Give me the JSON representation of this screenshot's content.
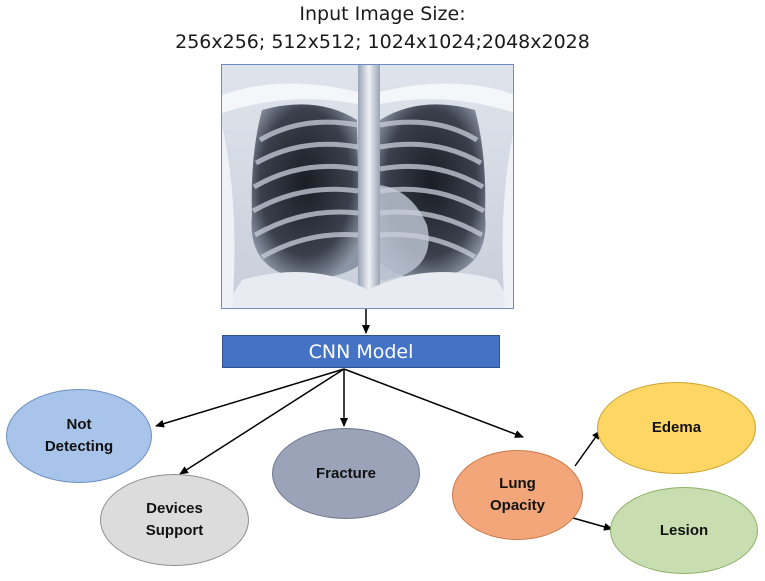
{
  "header": {
    "line1": "Input Image Size:",
    "line2": "256x256; 512x512; 1024x1024;2048x2028"
  },
  "model": {
    "label": "CNN Model",
    "color": "#4472c4"
  },
  "nodes": {
    "not_detecting": "Not Detecting",
    "devices_support": "Devices Support",
    "fracture": "Fracture",
    "lung_opacity": "Lung Opacity",
    "edema": "Edema",
    "lesion": "Lesion"
  },
  "colors": {
    "not_detecting": "#a9c4eb",
    "devices_support": "#dcdcdc",
    "fracture": "#9ba3b8",
    "lung_opacity": "#f2a679",
    "edema": "#fdd664",
    "lesion": "#c8deb0"
  }
}
